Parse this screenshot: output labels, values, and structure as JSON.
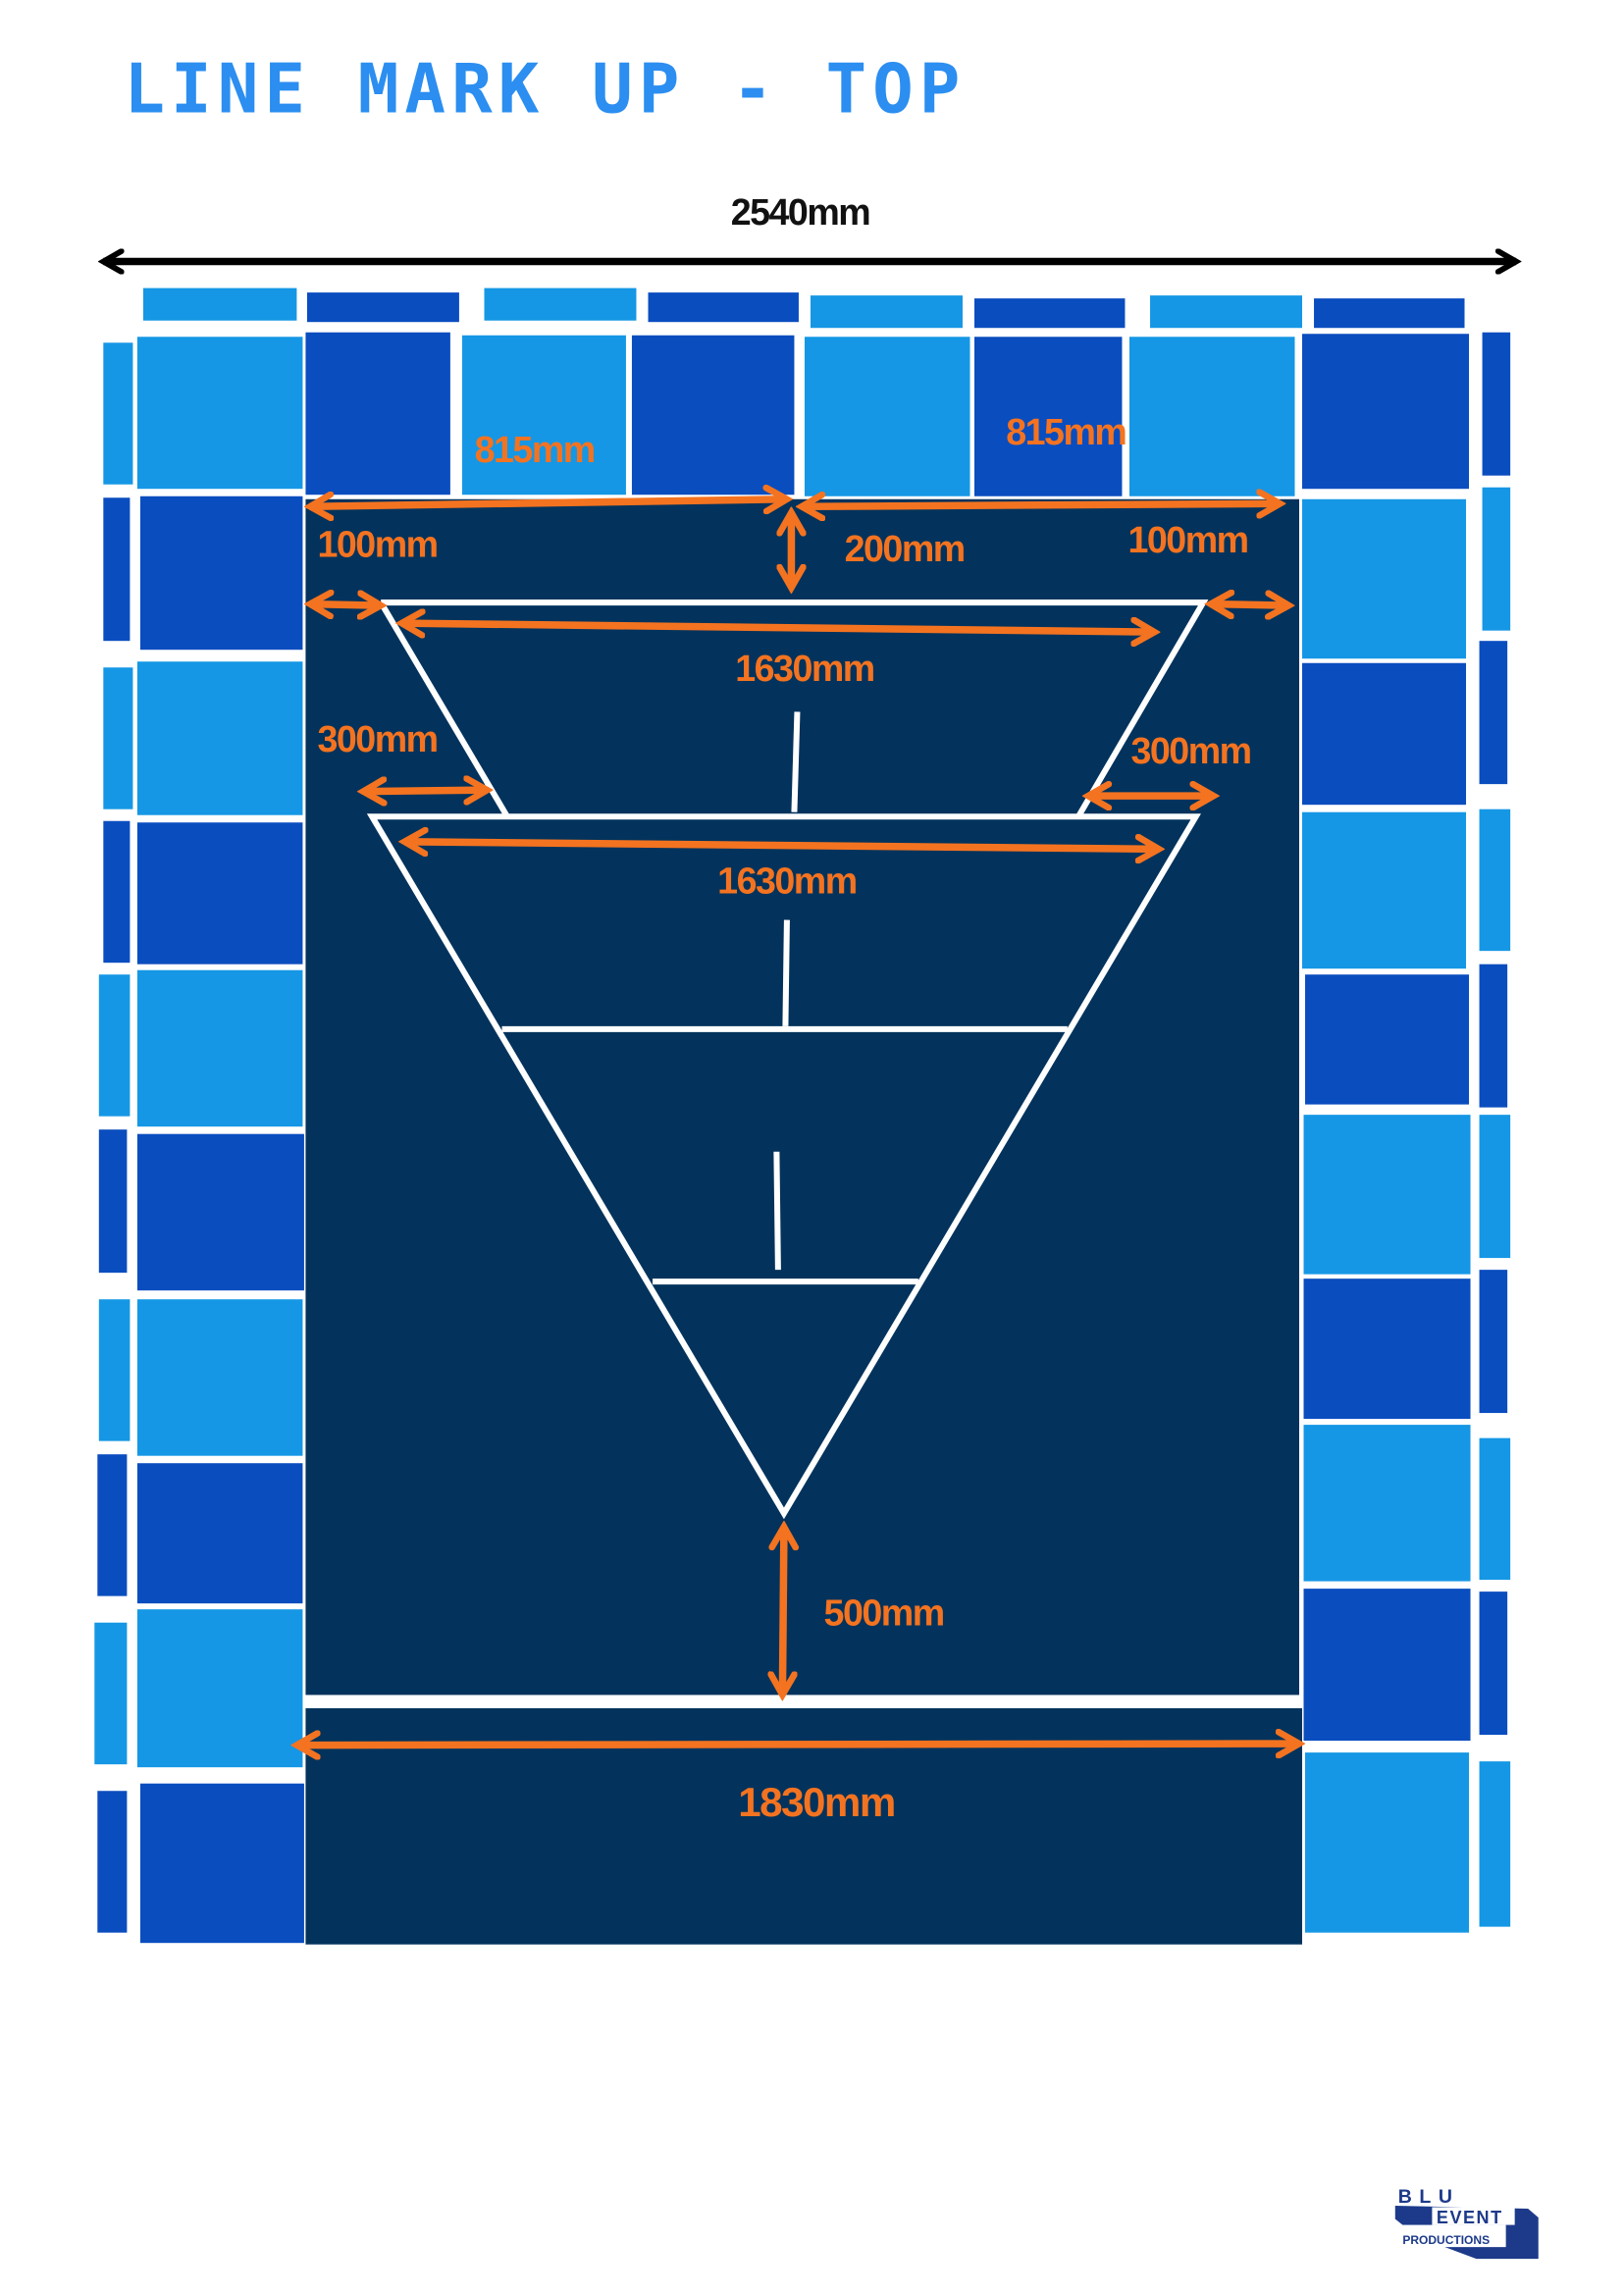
{
  "title": "LINE MARK UP - TOP",
  "dimensions": {
    "overall_width": "2540mm",
    "left_half": "815mm",
    "right_half": "815mm",
    "top_left_margin": "100mm",
    "top_gap": "200mm",
    "top_right_margin": "100mm",
    "upper_width": "1630mm",
    "left_offset": "300mm",
    "right_offset": "300mm",
    "lower_width": "1630mm",
    "bottom_gap": "500mm",
    "base_width": "1830mm"
  },
  "logo": {
    "line1": "BLU",
    "line2": "EVENT",
    "line3": "PRODUCTIONS"
  },
  "colors": {
    "light_tile": "#1597e5",
    "dark_tile": "#0a4dbf",
    "field": "#03335c",
    "dimension": "#f47320",
    "title": "#2b8ef0"
  }
}
